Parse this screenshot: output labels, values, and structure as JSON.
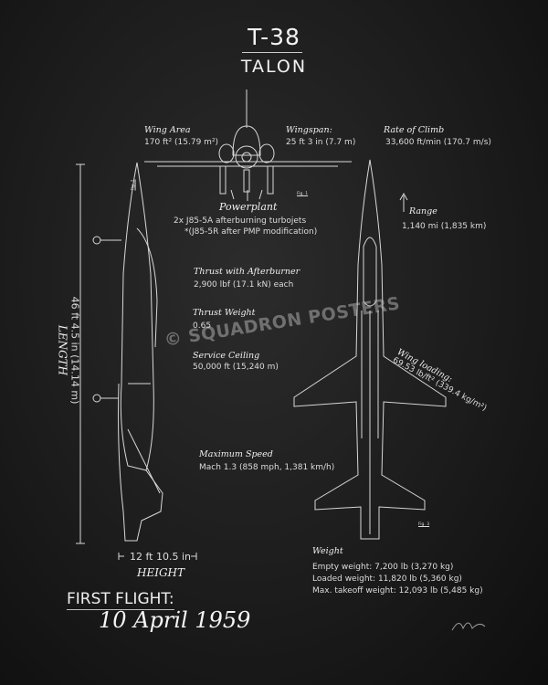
{
  "title": "T-38",
  "subtitle": "TALON",
  "specs": {
    "wing_area": {
      "label": "Wing Area",
      "value": "170 ft² (15.79 m²)"
    },
    "wingspan": {
      "label": "Wingspan:",
      "value": "25 ft 3 in (7.7 m)"
    },
    "rate_of_climb": {
      "label": "Rate of Climb",
      "value": "33,600 ft/min (170.7 m/s)"
    },
    "powerplant": {
      "label": "Powerplant",
      "value": "2x J85-5A afterburning turbojets",
      "note": "*(J85-5R after PMP modification)"
    },
    "range": {
      "label": "Range",
      "value": "1,140 mi (1,835 km)"
    },
    "thrust": {
      "label": "Thrust with Afterburner",
      "value": "2,900 lbf (17.1 kN) each"
    },
    "thrust_weight": {
      "label": "Thrust Weight",
      "value": "0.65"
    },
    "service_ceiling": {
      "label": "Service Ceiling",
      "value": "50,000 ft (15,240 m)"
    },
    "wing_loading": {
      "label": "Wing loading:",
      "value": "69.53 lb/ft² (339.4 kg/m²)"
    },
    "max_speed": {
      "label": "Maximum Speed",
      "value": "Mach 1.3 (858 mph, 1,381 km/h)"
    },
    "length": {
      "value": "46 ft 4.5 in (14.14 m)",
      "label": "LENGTH"
    },
    "height": {
      "value": "12 ft 10.5 in",
      "label": "HEIGHT"
    },
    "weight": {
      "label": "Weight",
      "empty": "Empty weight: 7,200 lb (3,270 kg)",
      "loaded": "Loaded weight: 11,820 lb (5,360 kg)",
      "max_takeoff": "Max. takeoff weight: 12,093 lb (5,485 kg)"
    }
  },
  "figures": [
    "Fig. 1",
    "Fig. 2",
    "Fig. 3"
  ],
  "first_flight": {
    "label": "FIRST FLIGHT:",
    "date": "10 April 1959"
  },
  "watermark": "© SQUADRON POSTERS",
  "signature": "signature"
}
